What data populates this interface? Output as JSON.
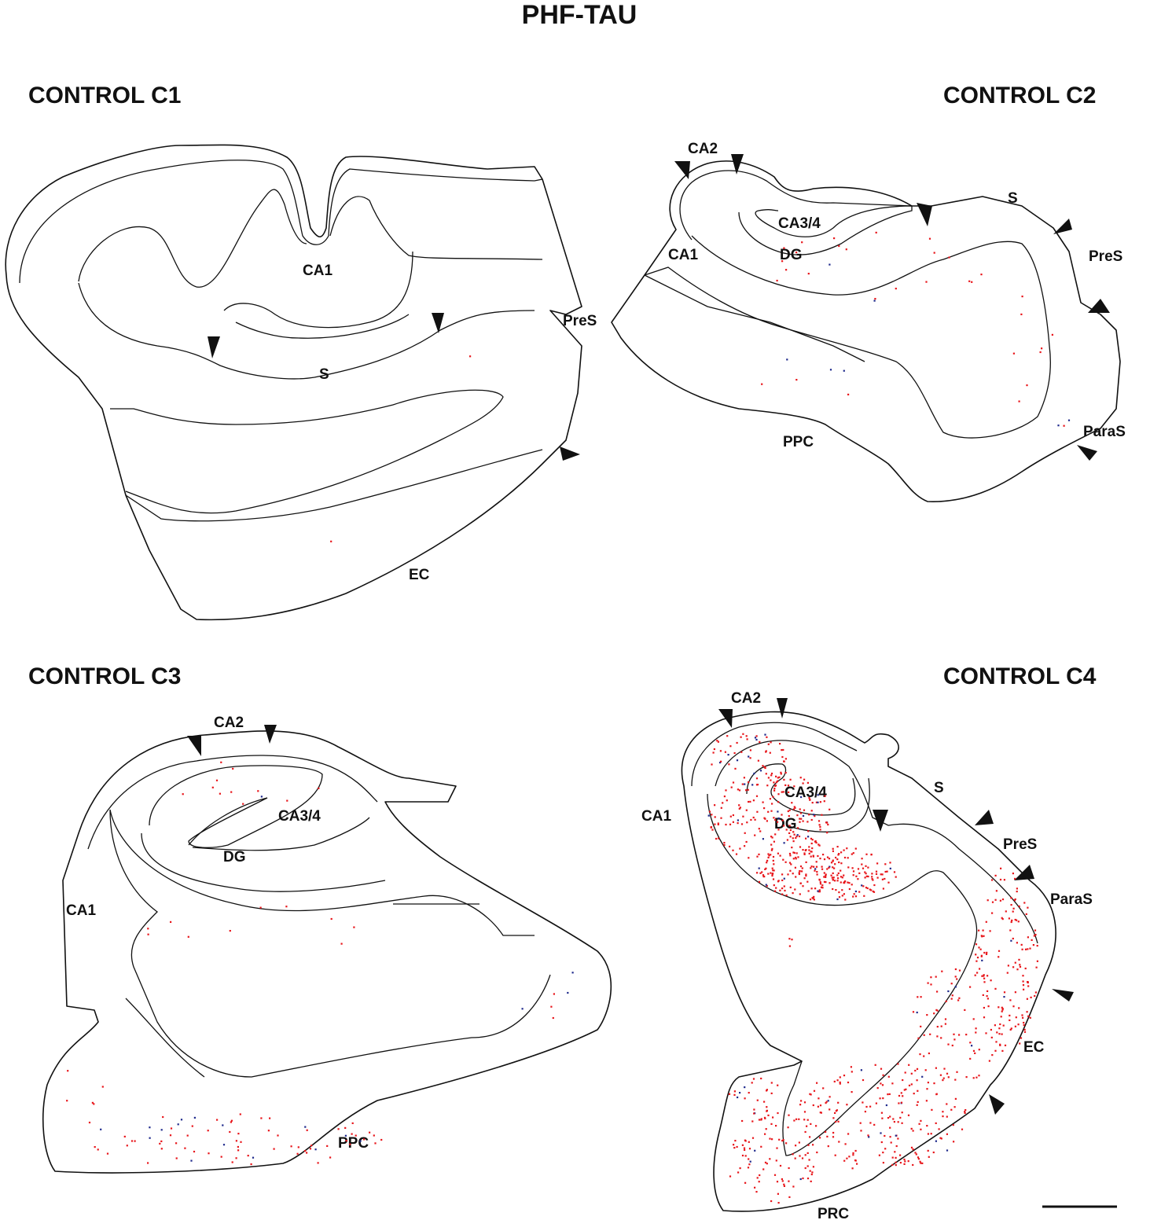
{
  "figure_title": "PHF-TAU",
  "panels": [
    {
      "title": "CONTROL C1",
      "regions": {
        "ca1": "CA1",
        "s": "S",
        "pres": "PreS",
        "ec": "EC"
      }
    },
    {
      "title": "CONTROL C2",
      "regions": {
        "ca2": "CA2",
        "ca34": "CA3/4",
        "dg": "DG",
        "ca1": "CA1",
        "s": "S",
        "pres": "PreS",
        "paras": "ParaS",
        "ppc": "PPC"
      }
    },
    {
      "title": "CONTROL C3",
      "regions": {
        "ca2": "CA2",
        "ca34": "CA3/4",
        "dg": "DG",
        "ca1": "CA1",
        "ppc": "PPC"
      }
    },
    {
      "title": "CONTROL C4",
      "regions": {
        "ca2": "CA2",
        "ca34": "CA3/4",
        "dg": "DG",
        "ca1": "CA1",
        "s": "S",
        "pres": "PreS",
        "paras": "ParaS",
        "ec": "EC",
        "prc": "PRC"
      }
    }
  ],
  "colors": {
    "outline": "#111111",
    "dot_primary": "#e8161b",
    "dot_secondary": "#1f2a8c"
  },
  "scale_bar": "scale-bar"
}
